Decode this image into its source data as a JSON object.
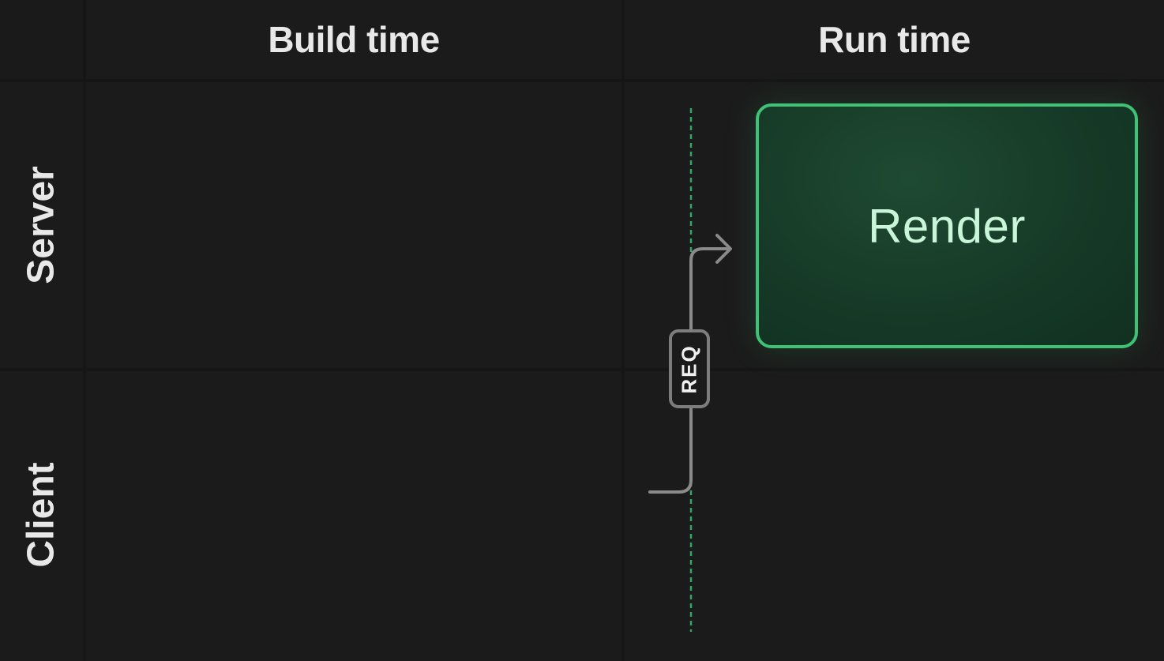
{
  "columns": {
    "build_time": "Build time",
    "run_time": "Run time"
  },
  "rows": {
    "server": "Server",
    "client": "Client"
  },
  "render_box": {
    "label": "Render",
    "border_color": "#3fc276",
    "text_color": "#c9f5d9"
  },
  "request": {
    "label": "REQ"
  },
  "colors": {
    "background": "#1b1b1b",
    "grid": "#2d2d2d",
    "text": "#e8e8e8",
    "dashed_line": "#2fa866",
    "arrow": "#8a8a8a"
  }
}
